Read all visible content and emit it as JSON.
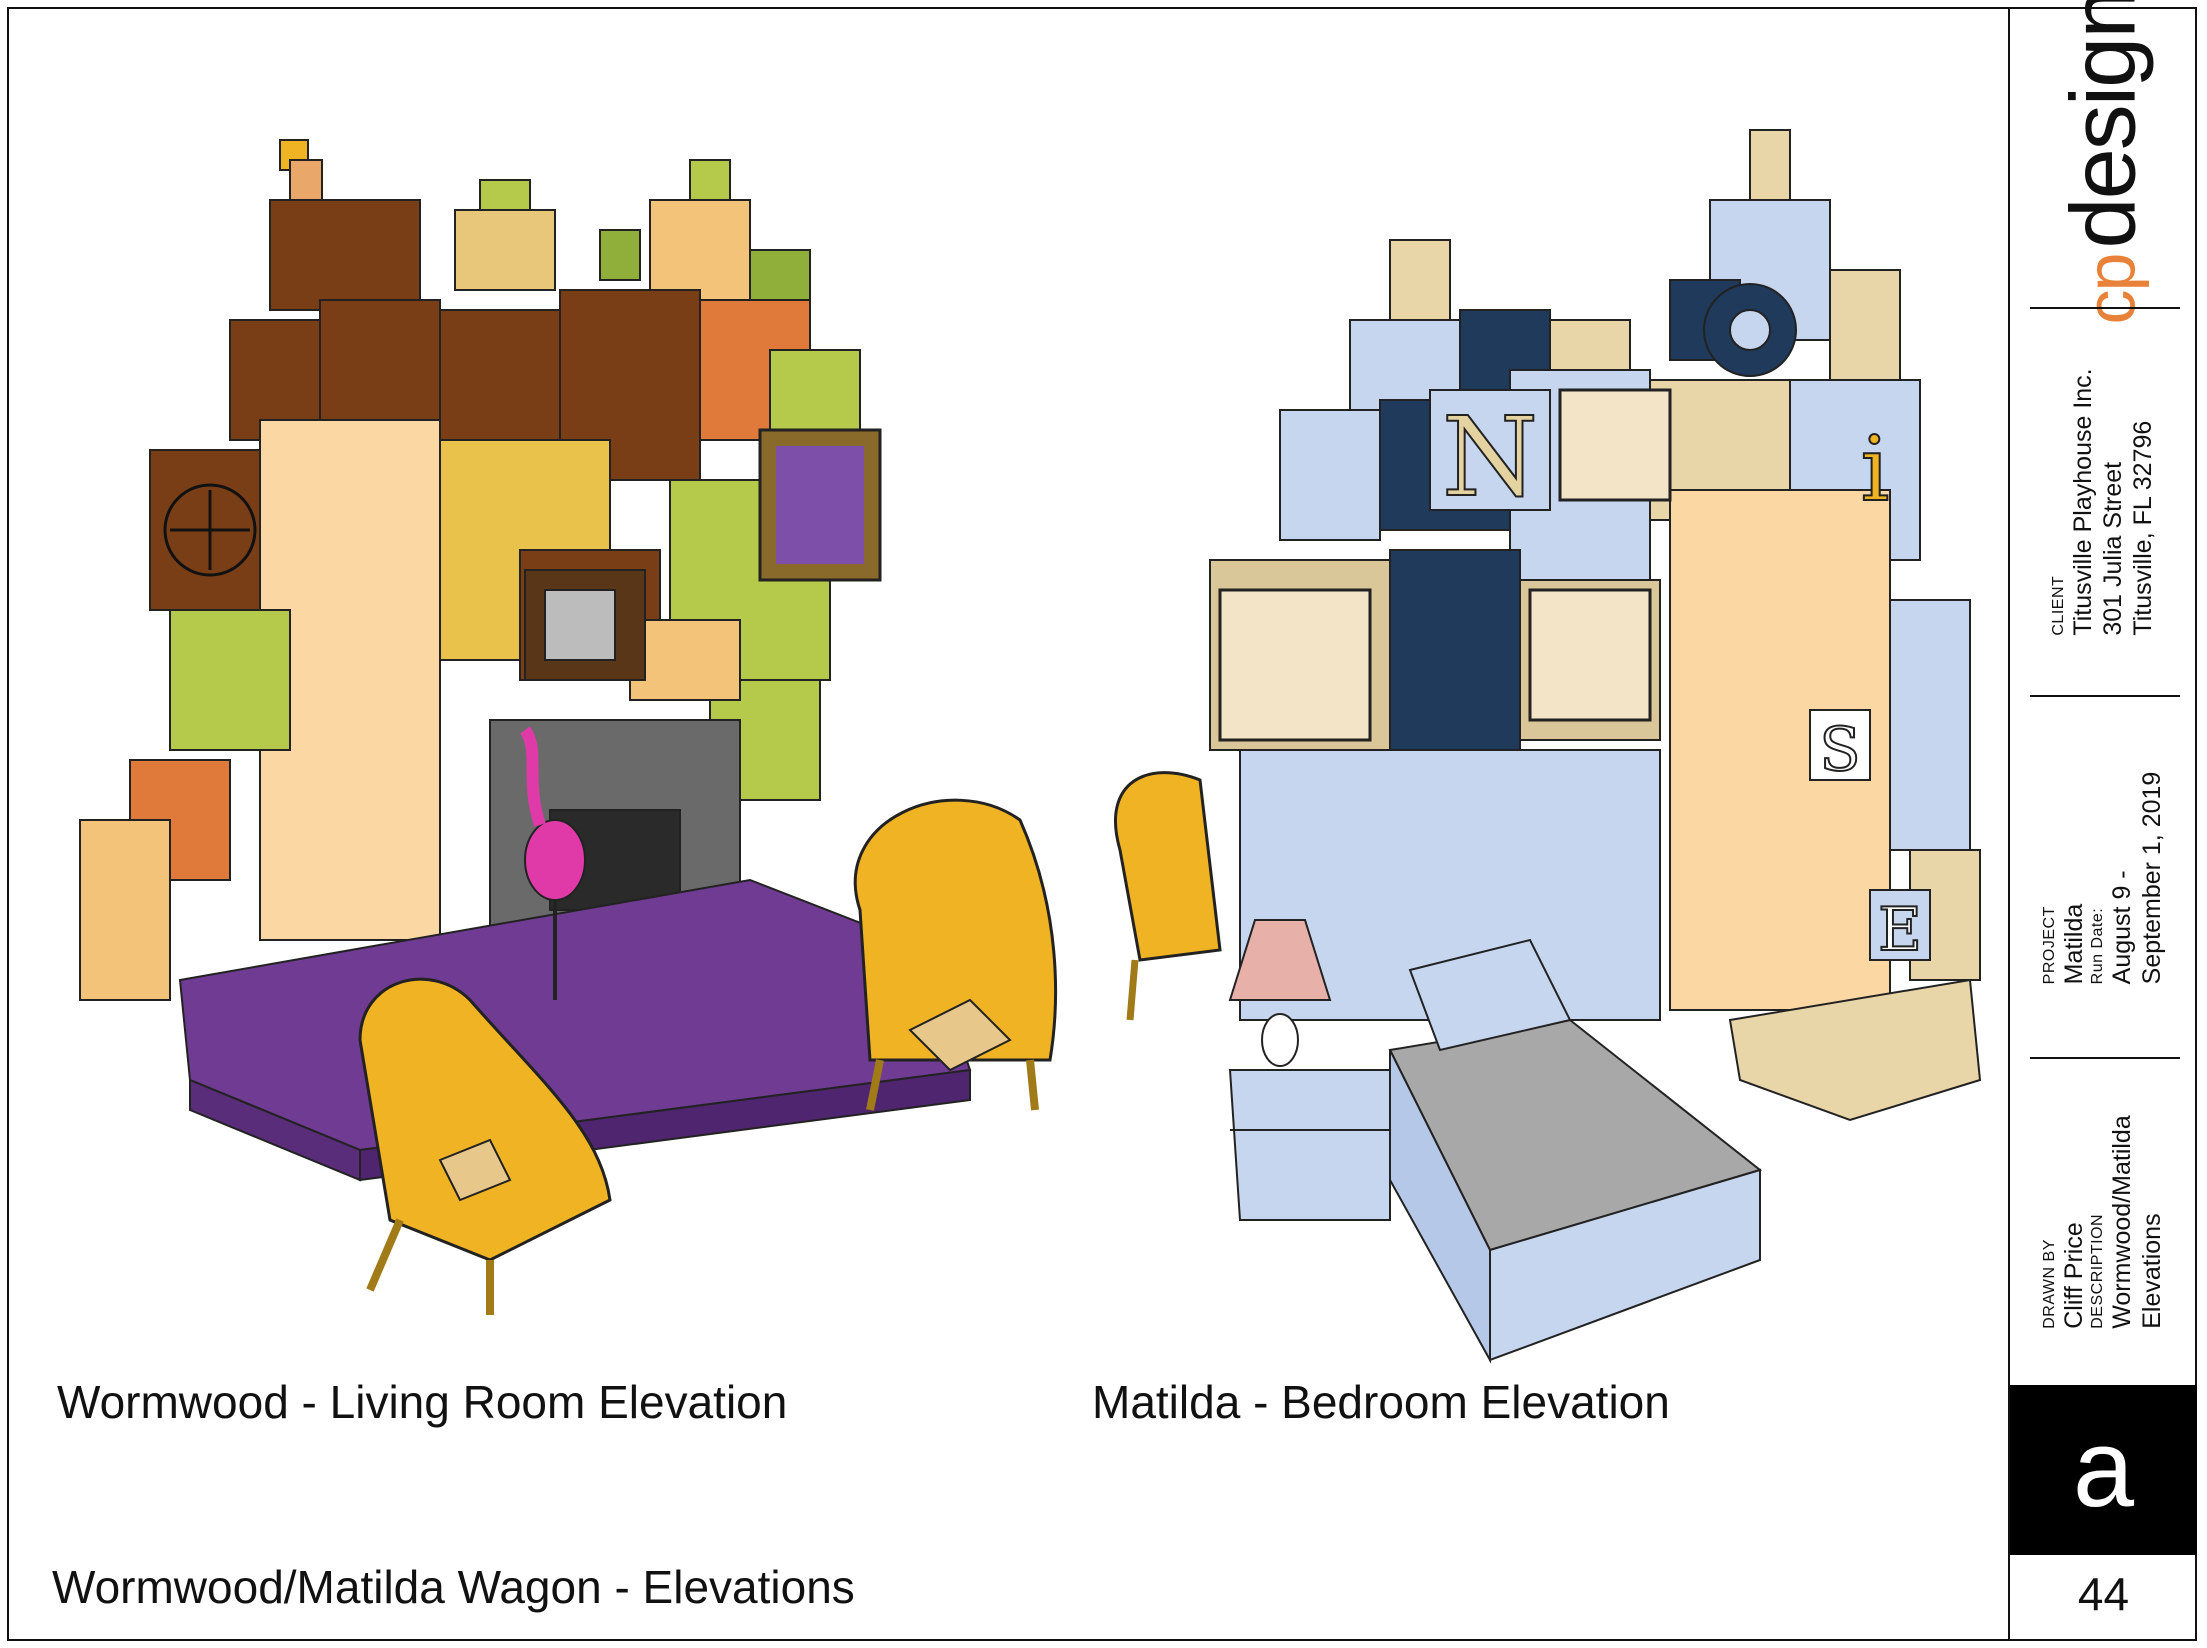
{
  "captions": {
    "living": "Wormwood - Living Room Elevation",
    "bedroom": "Matilda - Bedroom Elevation",
    "sheet_title": "Wormwood/Matilda Wagon - Elevations"
  },
  "title_block": {
    "logo": {
      "cp": "cp",
      "design": "design"
    },
    "client": {
      "label": "CLIENT",
      "name": "Titusville Playhouse Inc.",
      "address1": "301 Julia Street",
      "address2": "Titusville, FL  32796"
    },
    "project": {
      "label": "PROJECT",
      "name": "Matilda",
      "run_label": "Run Date:",
      "run_line1": "August 9 -",
      "run_line2": "September 1, 2019"
    },
    "drawn": {
      "label": "DRAWN BY",
      "name": "Cliff Price",
      "desc_label": "DESCRIPTION",
      "desc1": "Wormwood/Matilda",
      "desc2": "Elevations"
    },
    "sheet_letter": "a",
    "page_number": "44"
  },
  "colors": {
    "wood": "#7a3e17",
    "wood_light": "#a85a25",
    "cream": "#fbd8a3",
    "purple": "#6f3b93",
    "yellow_chair": "#f0b323",
    "navy": "#1f3a5a",
    "pale_blue": "#c7d6ef",
    "beige": "#e8d5a8",
    "gray": "#8d8d8d",
    "logo_orange": "#e8823a"
  },
  "letter_blocks": [
    "N",
    "O",
    "i",
    "S",
    "E"
  ]
}
